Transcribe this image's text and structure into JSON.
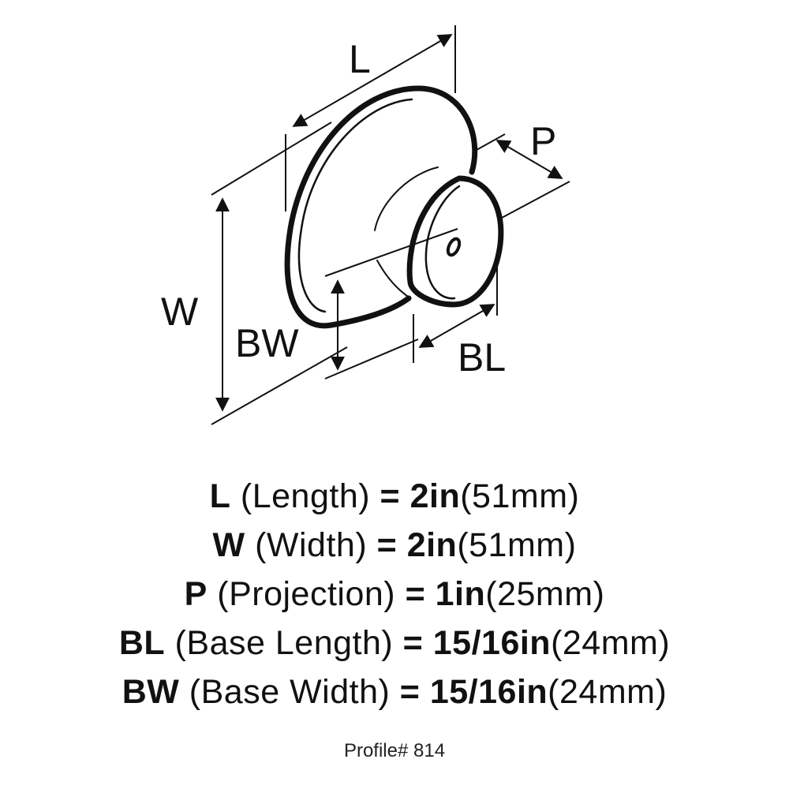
{
  "diagram": {
    "labels": {
      "length": "L",
      "width": "W",
      "projection": "P",
      "base_width": "BW",
      "base_length": "BL"
    },
    "line_color": "#111111"
  },
  "specs": [
    {
      "key": "L",
      "name": "(Length)",
      "eq": "=",
      "imperial": "2in",
      "metric": "(51mm)"
    },
    {
      "key": "W",
      "name": "(Width)",
      "eq": "=",
      "imperial": "2in",
      "metric": "(51mm)"
    },
    {
      "key": "P",
      "name": "(Projection)",
      "eq": "=",
      "imperial": "1in",
      "metric": "(25mm)"
    },
    {
      "key": "BL",
      "name": "(Base Length)",
      "eq": "=",
      "imperial": "15/16in",
      "metric": "(24mm)"
    },
    {
      "key": "BW",
      "name": "(Base Width)",
      "eq": "=",
      "imperial": "15/16in",
      "metric": "(24mm)"
    }
  ],
  "profile": "Profile# 814"
}
